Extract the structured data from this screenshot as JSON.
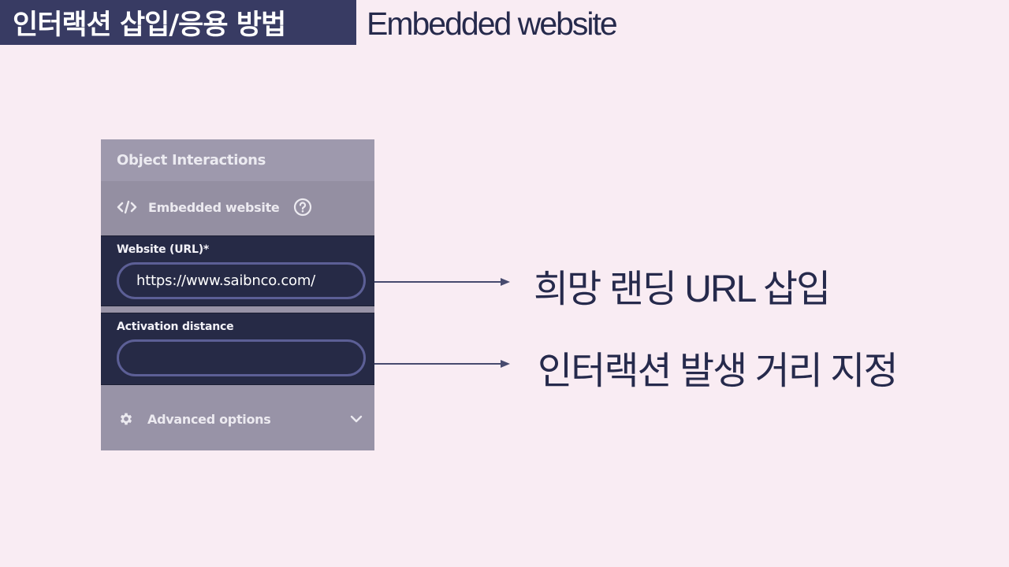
{
  "header": {
    "title": "인터랙션 삽입/응용 방법",
    "subtitle": "Embedded website"
  },
  "panel": {
    "title": "Object Interactions",
    "section": {
      "icon": "code-icon",
      "title": "Embedded website",
      "help_icon": "help-circle-icon"
    },
    "fields": [
      {
        "label": "Website (URL)*",
        "value": "https://www.saibnco.com/",
        "placeholder": ""
      },
      {
        "label": "Activation distance",
        "value": "",
        "placeholder": ""
      }
    ],
    "advanced": {
      "icon": "gear-icon",
      "label": "Advanced options",
      "chevron": "chevron-down-icon"
    }
  },
  "annotations": [
    {
      "text": "희망 랜딩 URL 삽입"
    },
    {
      "text": "인터랙션 발생 거리 지정"
    }
  ],
  "colors": {
    "background": "#f9ecf3",
    "title_box": "#383b63",
    "panel": "#9893a7",
    "field_block": "#262a46",
    "input_border": "#5c5f96",
    "annotation_text": "#262a4c",
    "arrow": "#474a6e"
  }
}
